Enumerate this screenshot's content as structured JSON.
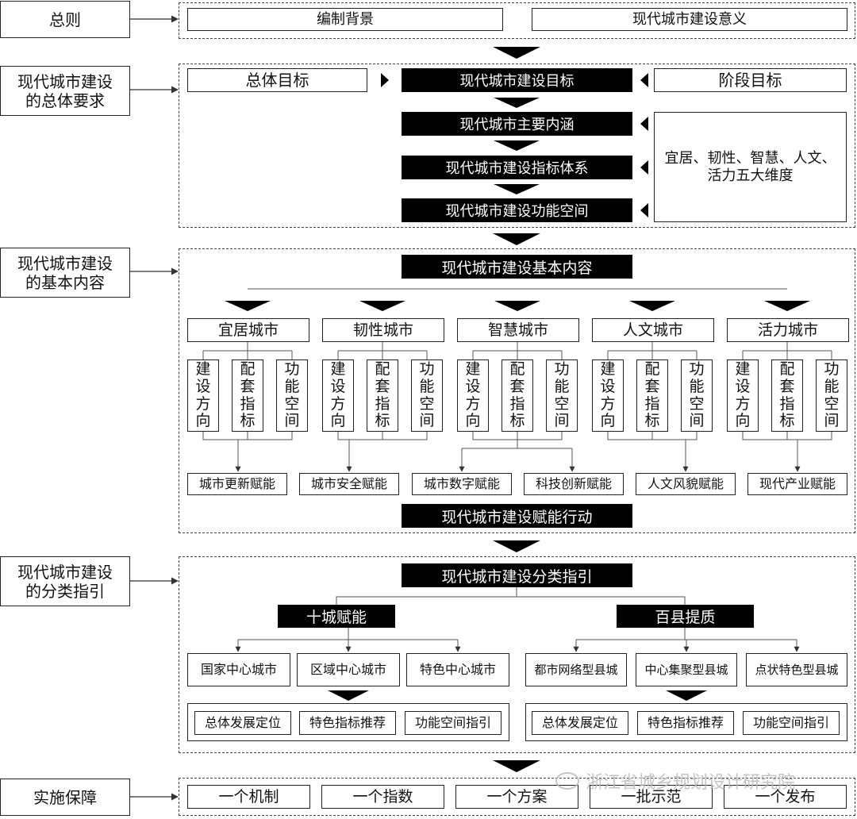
{
  "sections": {
    "general": "总则",
    "requirements": "现代城市建设的总体要求",
    "basic": "现代城市建设的基本内容",
    "classified": "现代城市建设的分类指引",
    "guarantee": "实施保障"
  },
  "general_row": {
    "background": "编制背景",
    "significance": "现代城市建设意义"
  },
  "requirements_row": {
    "overall_goal": "总体目标",
    "stage_goal": "阶段目标",
    "chain": [
      "现代城市建设目标",
      "现代城市主要内涵",
      "现代城市建设指标体系",
      "现代城市建设功能空间"
    ],
    "dimensions": "宜居、韧性、智慧、人文、活力五大维度"
  },
  "basic_content": {
    "title": "现代城市建设基本内容",
    "cities": [
      {
        "name": "宜居城市",
        "subs": [
          "建设方向",
          "配套指标",
          "功能空间"
        ]
      },
      {
        "name": "韧性城市",
        "subs": [
          "建设方向",
          "配套指标",
          "功能空间"
        ]
      },
      {
        "name": "智慧城市",
        "subs": [
          "建设方向",
          "配套指标",
          "功能空间"
        ]
      },
      {
        "name": "人文城市",
        "subs": [
          "建设方向",
          "配套指标",
          "功能空间"
        ]
      },
      {
        "name": "活力城市",
        "subs": [
          "建设方向",
          "配套指标",
          "功能空间"
        ]
      }
    ],
    "empowerments": [
      "城市更新赋能",
      "城市安全赋能",
      "城市数字赋能",
      "科技创新赋能",
      "人文风貌赋能",
      "现代产业赋能"
    ],
    "action": "现代城市建设赋能行动"
  },
  "classification": {
    "title": "现代城市建设分类指引",
    "groups": [
      {
        "name": "十城赋能",
        "items": [
          "国家中心城市",
          "区域中心城市",
          "特色中心城市"
        ],
        "outputs": [
          "总体发展定位",
          "特色指标推荐",
          "功能空间指引"
        ]
      },
      {
        "name": "百县提质",
        "items": [
          "都市网络型县城",
          "中心集聚型县城",
          "点状特色型县城"
        ],
        "outputs": [
          "总体发展定位",
          "特色指标推荐",
          "功能空间指引"
        ]
      }
    ]
  },
  "guarantee_items": [
    "一个机制",
    "一个指数",
    "一个方案",
    "一批示范",
    "一个发布"
  ],
  "watermark": "浙江省城乡规划设计研究院"
}
